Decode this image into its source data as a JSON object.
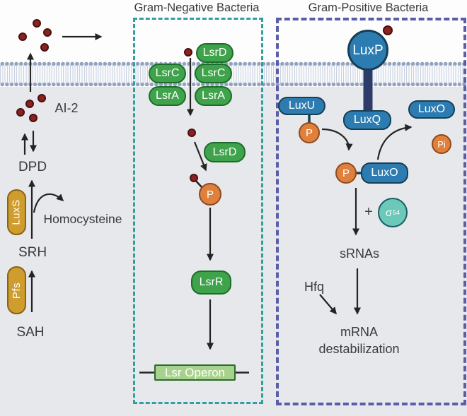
{
  "titles": {
    "gram_negative": "Gram-Negative Bacteria",
    "gram_positive": "Gram-Positive Bacteria"
  },
  "left_pathway": {
    "ai2": "AI-2",
    "dpd": "DPD",
    "luxs": "LuxS",
    "homocysteine": "Homocysteine",
    "srh": "SRH",
    "pfs": "Pfs",
    "sah": "SAH"
  },
  "gram_negative": {
    "lsrd_transporter": "LsrD",
    "lsrc_left": "LsrC",
    "lsrc_right": "LsrC",
    "lsra_left": "LsrA",
    "lsra_right": "LsrA",
    "lsrd_cytoplasmic": "LsrD",
    "phosphate": "P",
    "lsrr": "LsrR",
    "lsr_operon": "Lsr Operon"
  },
  "gram_positive": {
    "luxp": "LuxP",
    "luxu": "LuxU",
    "luxq": "LuxQ",
    "luxo_membrane": "LuxO",
    "luxu_phosphate": "P",
    "luxo_phosphate": "P",
    "luxo_complex": "LuxO",
    "pi": "Pi",
    "plus": "+",
    "sigma": "σ",
    "sigma_sup": "54",
    "srnas": "sRNAs",
    "hfq": "Hfq",
    "mrna_line1": "mRNA",
    "mrna_line2": "destabilization"
  },
  "colors": {
    "bg_above": "#fdfdfe",
    "bg_below": "#e7e8eb",
    "membrane_bg": "#f9fafc",
    "membrane_head": "#93a2bd",
    "membrane_tail": "#c9d1e0",
    "box_teal": "#2f9fa0",
    "box_purple": "#5b5caa",
    "green_fill": "#3ea34a",
    "green_border": "#1e6c2c",
    "lightgreen_fill": "#a7d28c",
    "operon_border": "#2d6b2e",
    "gold_fill": "#cf9c2e",
    "gold_border": "#8a6412",
    "blue_fill": "#2d7cb1",
    "blue_border": "#173f54",
    "navy": "#2c3b68",
    "orange_fill": "#df813d",
    "orange_border": "#8f4a1c",
    "red_fill": "#8f2020",
    "red_border": "#441210",
    "teal_fill": "#6cc8b9",
    "teal_border": "#1c5e66",
    "text": "#3a3a3a",
    "arrow": "#242424"
  }
}
